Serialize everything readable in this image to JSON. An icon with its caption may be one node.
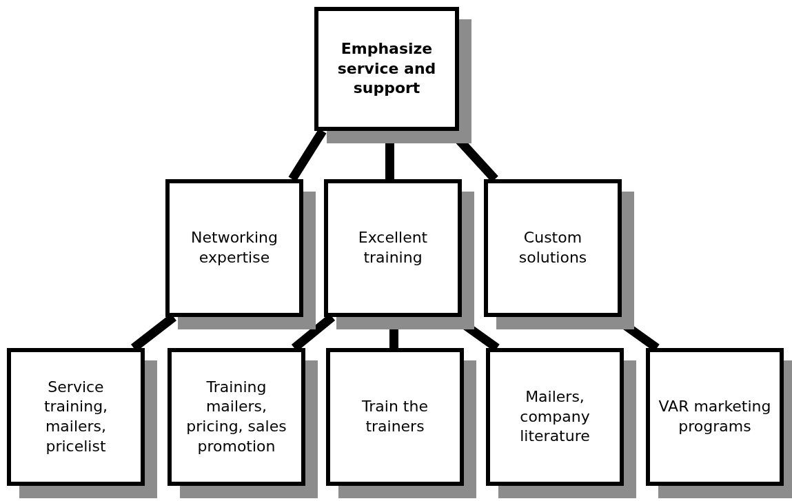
{
  "diagram": {
    "nodes": [
      {
        "text": [
          "Emphasize service and support"
        ]
      },
      {
        "text": [
          "Networking expertise"
        ]
      },
      {
        "text": [
          "Excellent training"
        ]
      },
      {
        "text": [
          "Custom solutions"
        ]
      },
      {
        "text": [
          "Service training, mailers, pricelist"
        ]
      },
      {
        "text": [
          "Training mailers, pricing, sales promotion"
        ]
      },
      {
        "text": [
          "Train the trainers"
        ]
      },
      {
        "text": [
          "Mailers, company literature"
        ]
      },
      {
        "text": [
          "VAR marketing programs"
        ]
      }
    ],
    "edges": [
      {
        "from": 0,
        "to": 1,
        "arrow": "none"
      },
      {
        "from": 0,
        "to": 2,
        "arrow": "none"
      },
      {
        "from": 0,
        "to": 3,
        "arrow": "none"
      },
      {
        "from": 1,
        "to": 4,
        "arrow": "none"
      },
      {
        "from": 2,
        "to": 5,
        "arrow": "none"
      },
      {
        "from": 2,
        "to": 6,
        "arrow": "none"
      },
      {
        "from": 2,
        "to": 7,
        "arrow": "none"
      },
      {
        "from": 3,
        "to": 8,
        "arrow": "none"
      }
    ]
  }
}
